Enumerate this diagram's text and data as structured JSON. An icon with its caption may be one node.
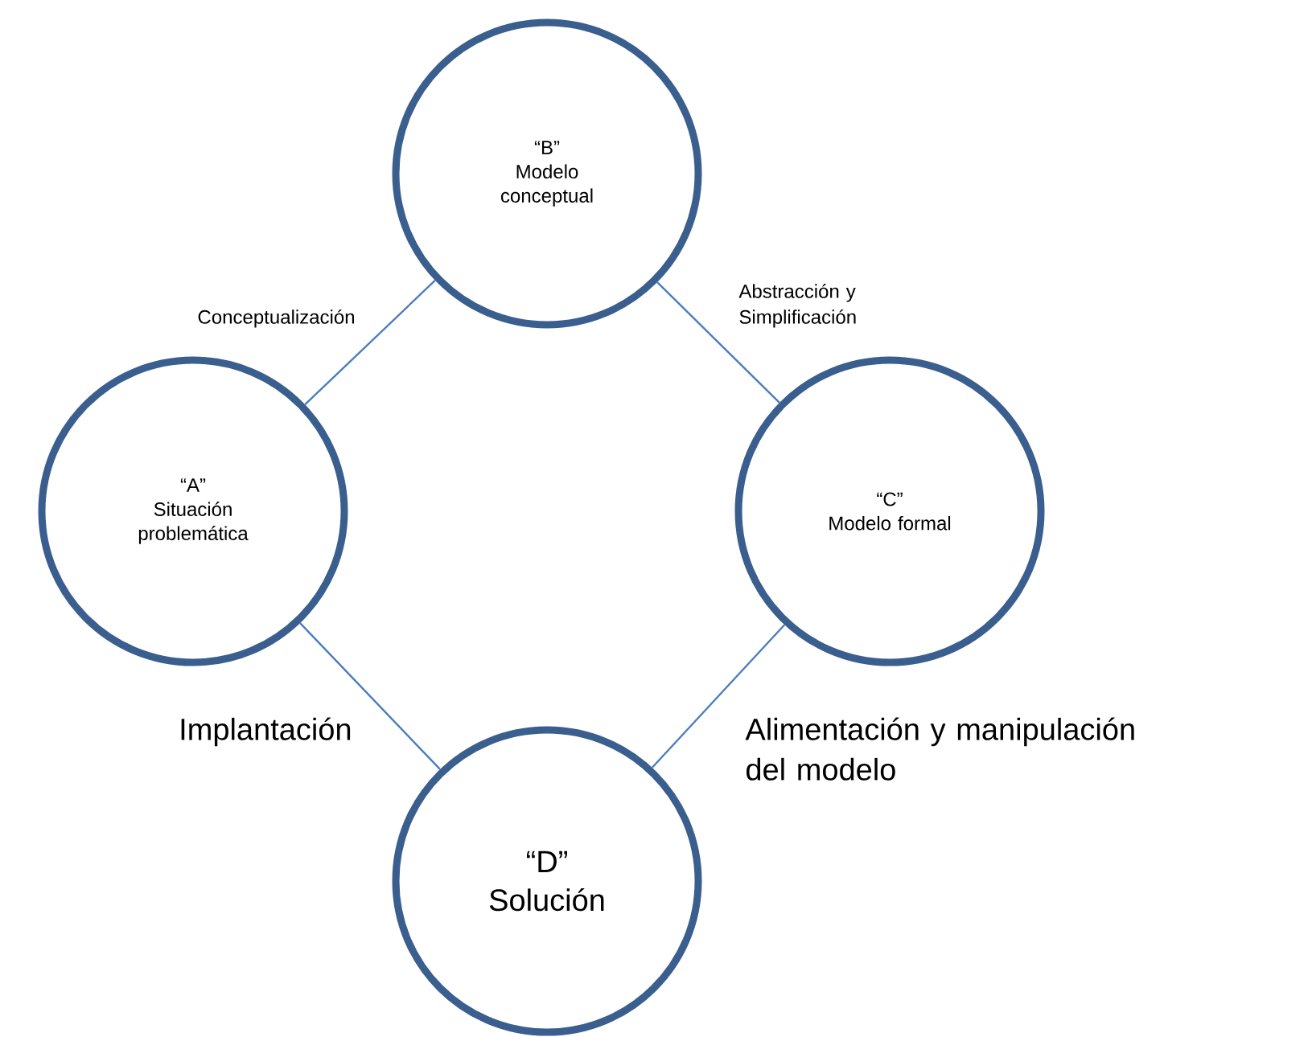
{
  "diagram": {
    "nodes": [
      {
        "text": [
          "“A”",
          "Situación problemática"
        ]
      },
      {
        "text": [
          "“B”",
          "Modelo conceptual"
        ]
      },
      {
        "text": [
          "“C”",
          "Modelo formal"
        ]
      },
      {
        "text": [
          "“D”",
          "Solución"
        ]
      }
    ],
    "edges": [
      {
        "from": 0,
        "to": 1,
        "arrow": "none",
        "label": "Conceptualización"
      },
      {
        "from": 1,
        "to": 2,
        "arrow": "none",
        "label": "Abstracción y Simplificación"
      },
      {
        "from": 2,
        "to": 3,
        "arrow": "none",
        "label": "Alimentación y manipulación del modelo"
      },
      {
        "from": 3,
        "to": 0,
        "arrow": "none",
        "label": "Implantación"
      }
    ]
  }
}
